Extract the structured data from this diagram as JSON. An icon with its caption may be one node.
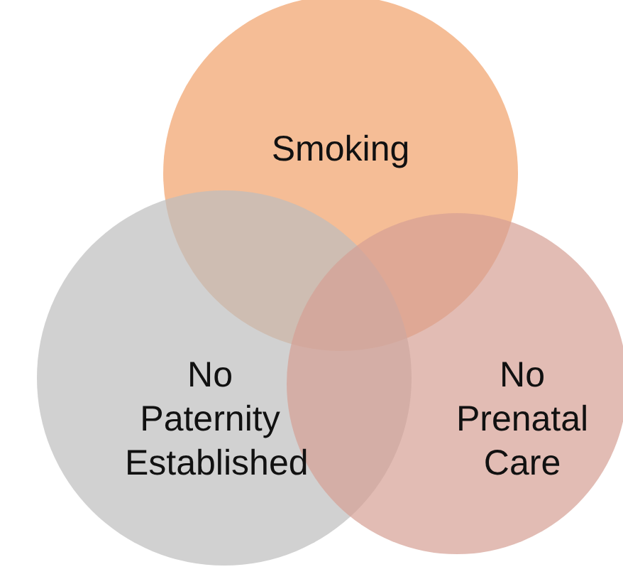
{
  "diagram": {
    "nodes": [
      {
        "text": [
          "Smoking"
        ]
      },
      {
        "text": [
          "No Paternity Established"
        ]
      },
      {
        "text": [
          "No Prenatal Care"
        ]
      }
    ]
  }
}
